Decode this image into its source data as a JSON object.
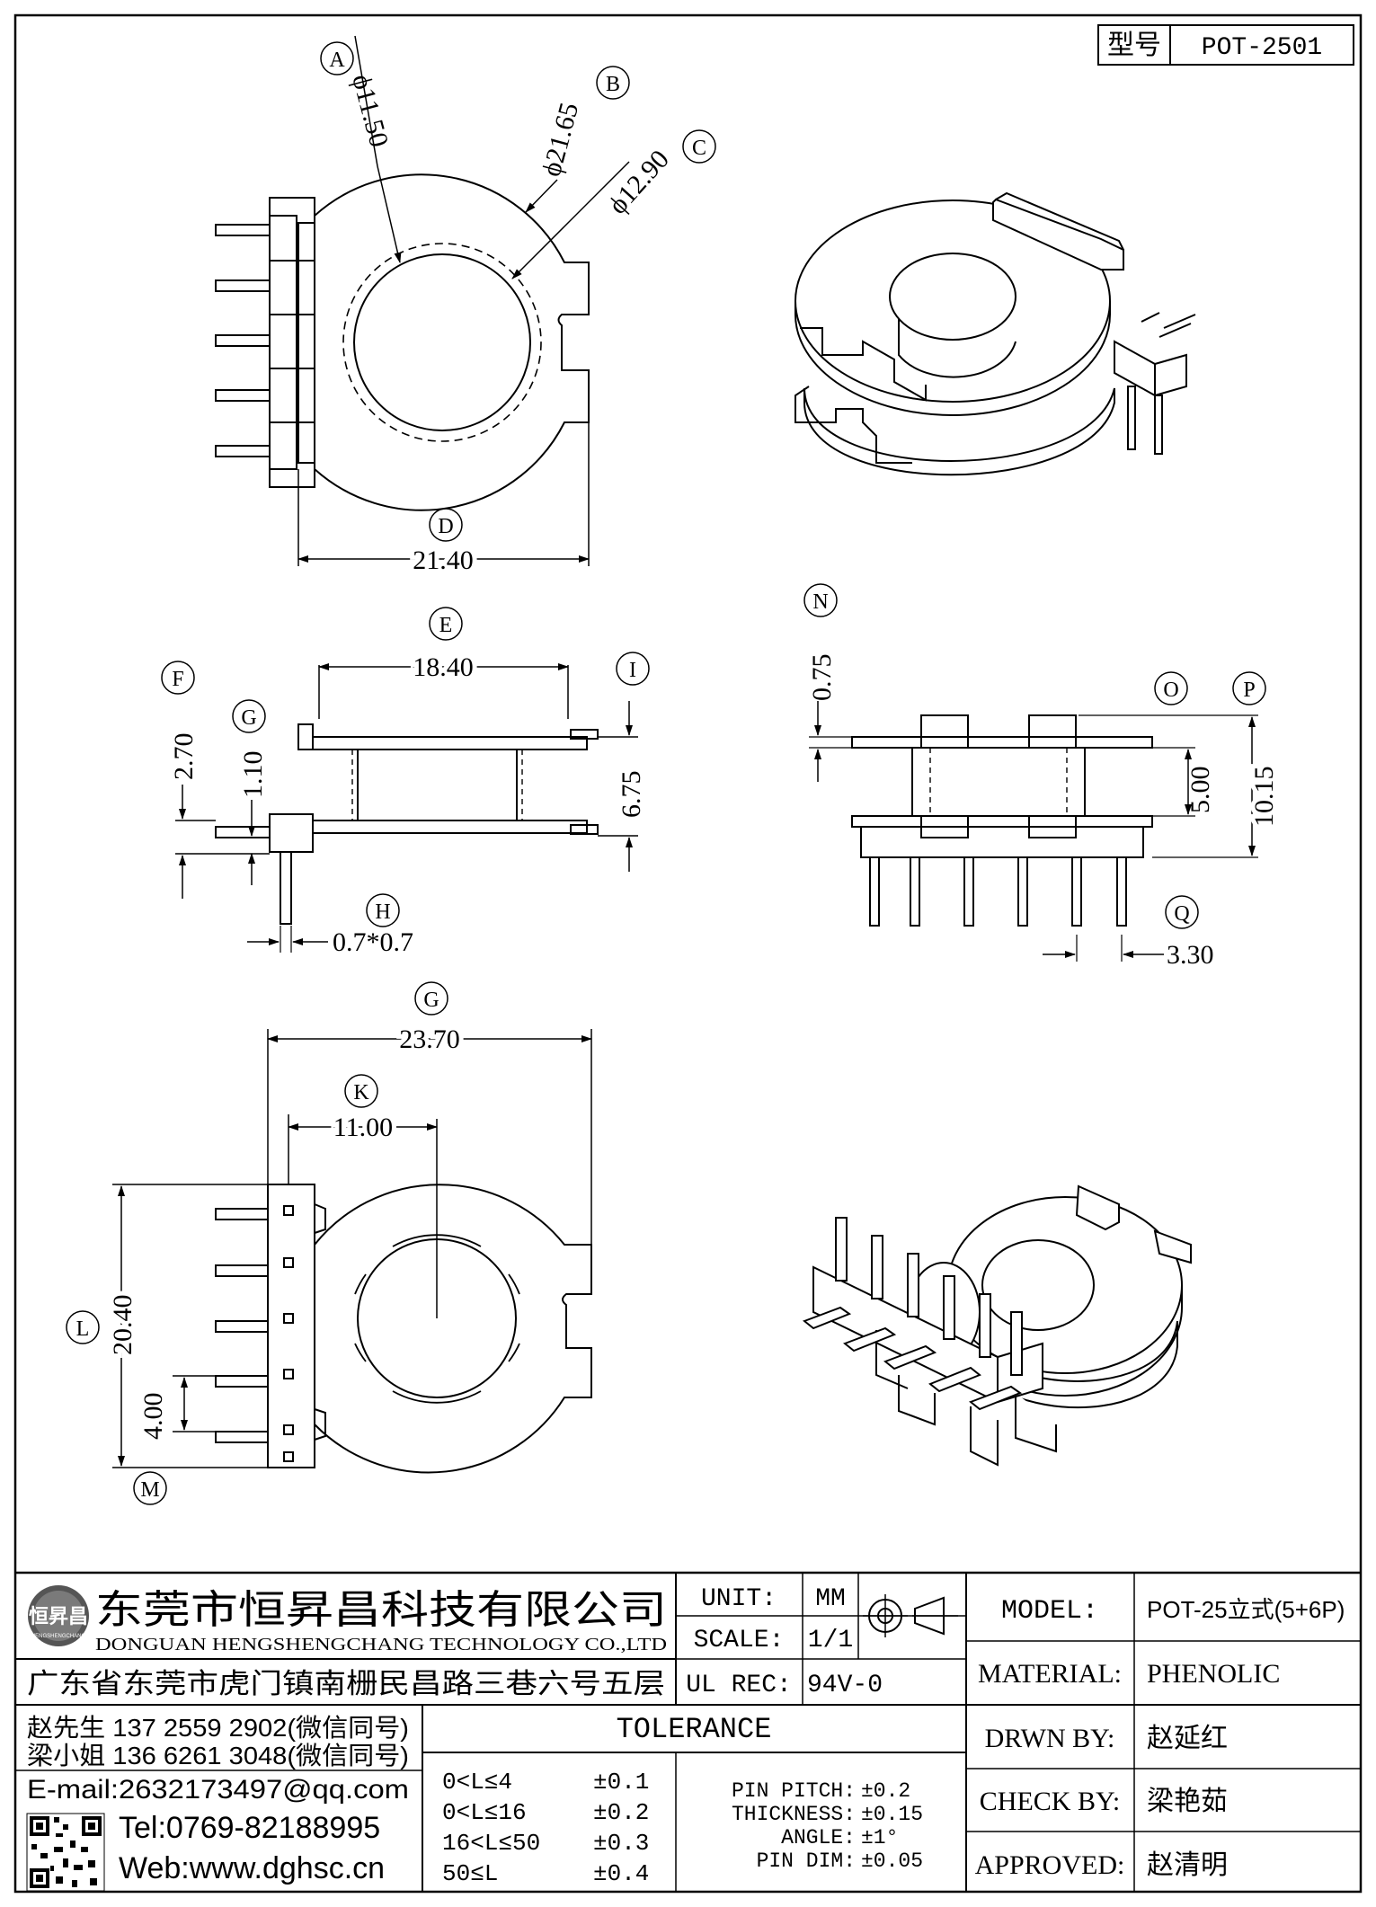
{
  "part_label": "型号",
  "part_number": "POT-2501",
  "views": {
    "top": {
      "dims": {
        "a": "ϕ11.50",
        "b": "ϕ21.65",
        "c": "ϕ12.90",
        "d": "21.40"
      },
      "letters": {
        "a": "A",
        "b": "B",
        "c": "C",
        "d": "D"
      }
    },
    "side": {
      "dims": {
        "e": "18.40",
        "f": "2.70",
        "g": "1.10",
        "h": "0.7*0.7",
        "i": "6.75"
      },
      "letters": {
        "e": "E",
        "f": "F",
        "g": "G",
        "h": "H",
        "i": "I"
      }
    },
    "front": {
      "dims": {
        "n": "0.75",
        "o": "5.00",
        "p": "10.15",
        "q": "3.30"
      },
      "letters": {
        "n": "N",
        "o": "O",
        "p": "P",
        "q": "Q"
      }
    },
    "bottom": {
      "dims": {
        "g": "23.70",
        "k": "11.00",
        "l": "20.40",
        "m": "4.00"
      },
      "letters": {
        "g": "G",
        "k": "K",
        "l": "L",
        "m": "M"
      }
    }
  },
  "titleblock": {
    "company_cn": "东莞市恒昇昌科技有限公司",
    "company_en": "DONGUAN HENGSHENGCHANG TECHNOLOGY CO.,LTD",
    "logo_text": "恒昇昌",
    "logo_subtext": "HENGSHENGCHANG",
    "address": "广东省东莞市虎门镇南栅民昌路三巷六号五层",
    "contact1": "赵先生 137 2559 2902(微信同号)",
    "contact2": "梁小姐 136 6261 3048(微信同号)",
    "email": "E-mail:2632173497@qq.com",
    "tel": "Tel:0769-82188995",
    "web": "Web:www.dghsc.cn",
    "unit_label": "UNIT:",
    "unit_value": "MM",
    "scale_label": "SCALE:",
    "scale_value": "1/1",
    "ulrec_label": "UL REC:",
    "ulrec_value": "94V-0",
    "tolerance_title": "TOLERANCE",
    "tolerance_rows": [
      {
        "range": "0<L≤4",
        "tol": "±0.1"
      },
      {
        "range": "0<L≤16",
        "tol": "±0.2"
      },
      {
        "range": "16<L≤50",
        "tol": "±0.3"
      },
      {
        "range": "50≤L",
        "tol": "±0.4"
      }
    ],
    "misc_rows": [
      {
        "label": "PIN PITCH:",
        "tol": "±0.2"
      },
      {
        "label": "THICKNESS:",
        "tol": "±0.15"
      },
      {
        "label": "ANGLE:",
        "tol": "±1°"
      },
      {
        "label": "PIN DIM:",
        "tol": "±0.05"
      }
    ],
    "model_label": "MODEL:",
    "model_value": "POT-25立式(5+6P)",
    "material_label": "MATERIAL:",
    "material_value": "PHENOLIC",
    "drawn_label": "DRWN BY:",
    "drawn_value": "赵延红",
    "check_label": "CHECK BY:",
    "check_value": "梁艳茹",
    "approved_label": "APPROVED:",
    "approved_value": "赵清明"
  }
}
